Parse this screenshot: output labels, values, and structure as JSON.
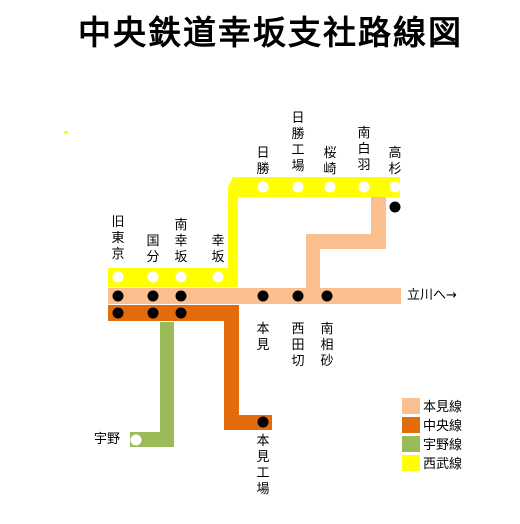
{
  "title": "中央鉄道幸坂支社路線図",
  "colors": {
    "honmi": "#fac090",
    "chuo": "#e26b0a",
    "uno": "#9bbb59",
    "seibu": "#ffff00",
    "station_fill_white": "#ffffff",
    "station_fill_black": "#000000"
  },
  "stations": {
    "kyu_tokyo": "旧東京",
    "kokubu": "国分",
    "minami_kosaka": "南幸坂",
    "kosaka": "幸坂",
    "hikachi": "日勝",
    "hikachi_kojo": "日勝工場",
    "sakurazaki": "桜崎",
    "minami_shirahane": "南白羽",
    "takasugi": "高杉",
    "honmi": "本見",
    "nishi_tagiri": "西田切",
    "minami_aisa": "南相砂",
    "honmi_kojo": "本見工場",
    "uno": "宇野"
  },
  "tachikawa": "立川へ→",
  "legend": [
    {
      "label": "本見線",
      "color": "#fac090"
    },
    {
      "label": "中央線",
      "color": "#e26b0a"
    },
    {
      "label": "宇野線",
      "color": "#9bbb59"
    },
    {
      "label": "西武線",
      "color": "#ffff00"
    }
  ]
}
